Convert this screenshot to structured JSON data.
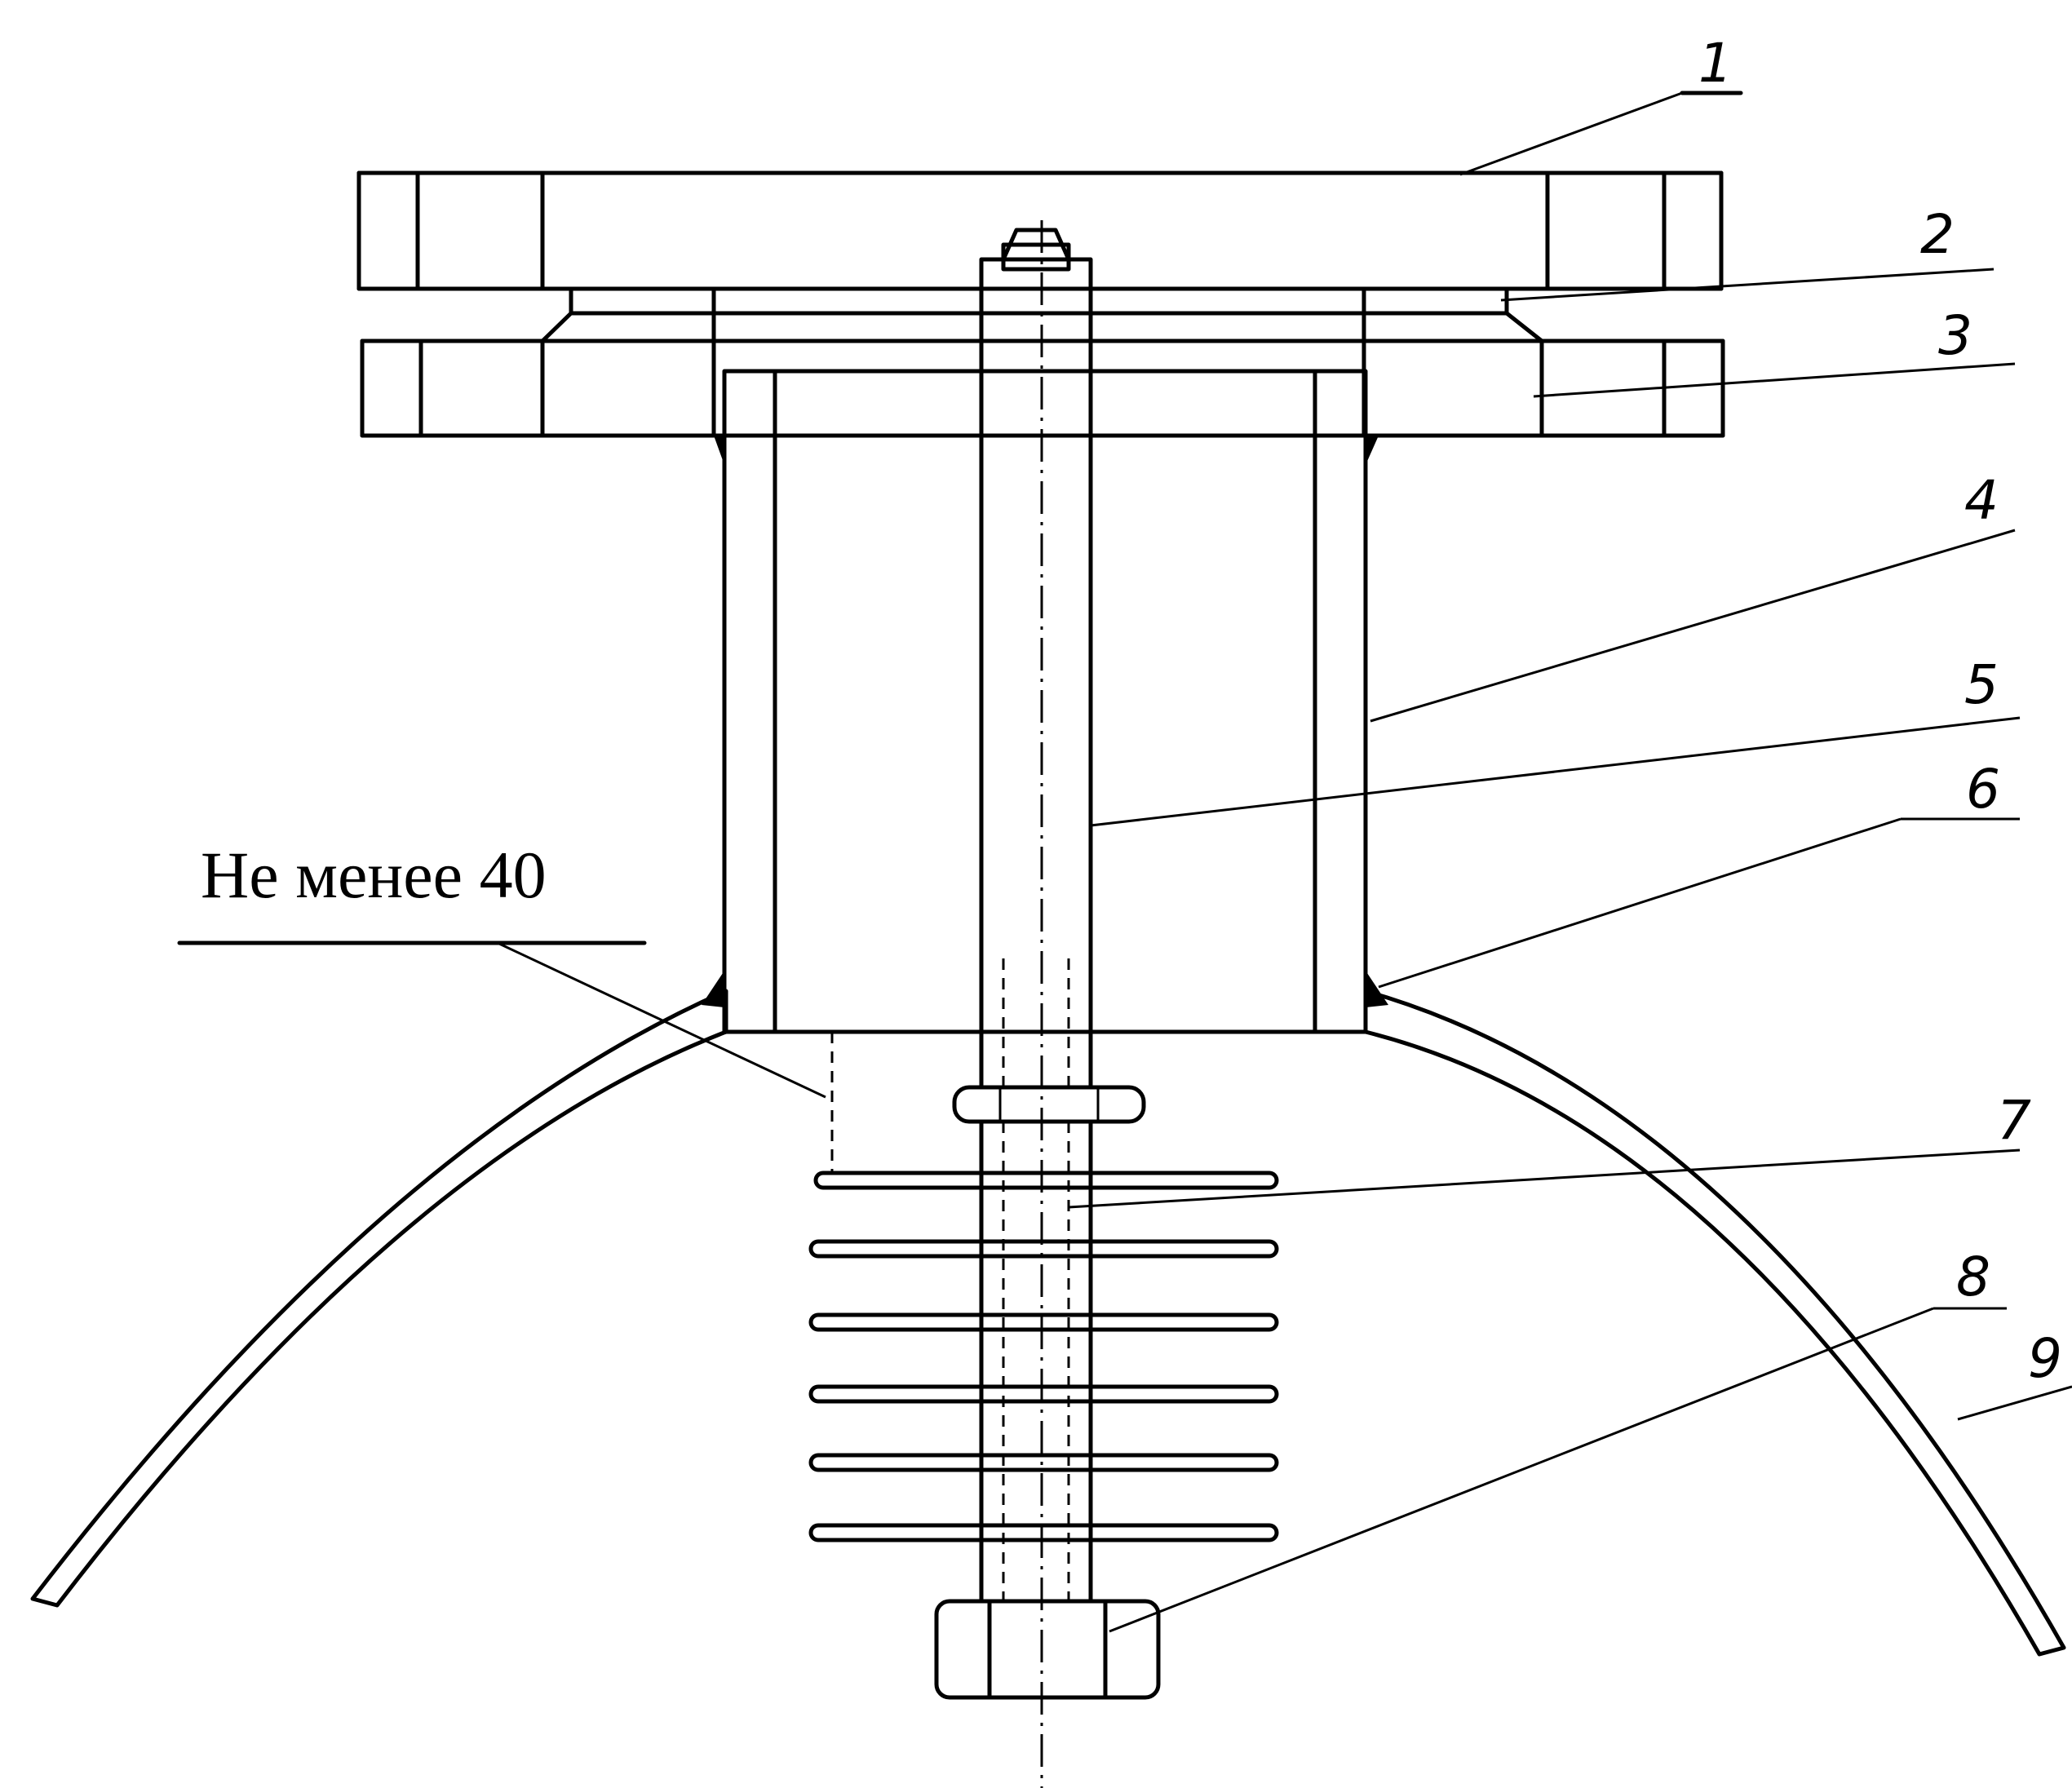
{
  "note": {
    "text": "Не менее 40"
  },
  "callouts": [
    {
      "id": 1,
      "text": "1"
    },
    {
      "id": 2,
      "text": "2"
    },
    {
      "id": 3,
      "text": "3"
    },
    {
      "id": 4,
      "text": "4"
    },
    {
      "id": 5,
      "text": "5"
    },
    {
      "id": 6,
      "text": "6"
    },
    {
      "id": 7,
      "text": "7"
    },
    {
      "id": 8,
      "text": "8"
    },
    {
      "id": 9,
      "text": "9"
    }
  ],
  "colors": {
    "ink": "#000000",
    "paper": "#ffffff"
  }
}
